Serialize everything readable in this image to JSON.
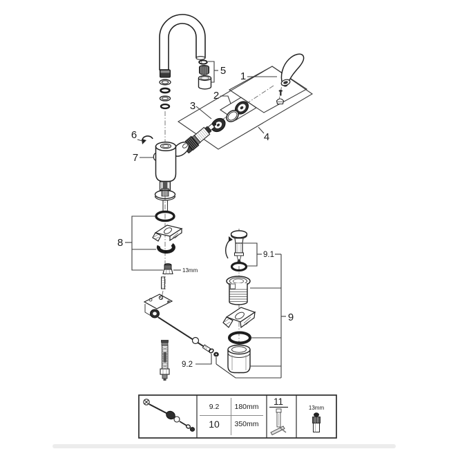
{
  "diagram": {
    "description": "Faucet exploded-parts diagram with numbered callouts",
    "callouts": {
      "c1": "1",
      "c2": "2",
      "c3": "3",
      "c4": "4",
      "c5": "5",
      "c6": "6",
      "c7": "7",
      "c8": "8",
      "c9": "9",
      "c9_1": "9.1",
      "c9_2": "9.2"
    },
    "annotations": {
      "nut_size": "13mm"
    },
    "colors": {
      "line": "#222222",
      "dark_part": "#2e2e2e",
      "leader": "#3a3a3a",
      "bottom_bar": "#ececec"
    }
  },
  "table": {
    "rows": [
      {
        "ref": "9.2",
        "length": "180mm"
      },
      {
        "ref": "10",
        "length": "350mm"
      }
    ],
    "tool_ref": "11",
    "socket_size": "13mm"
  }
}
